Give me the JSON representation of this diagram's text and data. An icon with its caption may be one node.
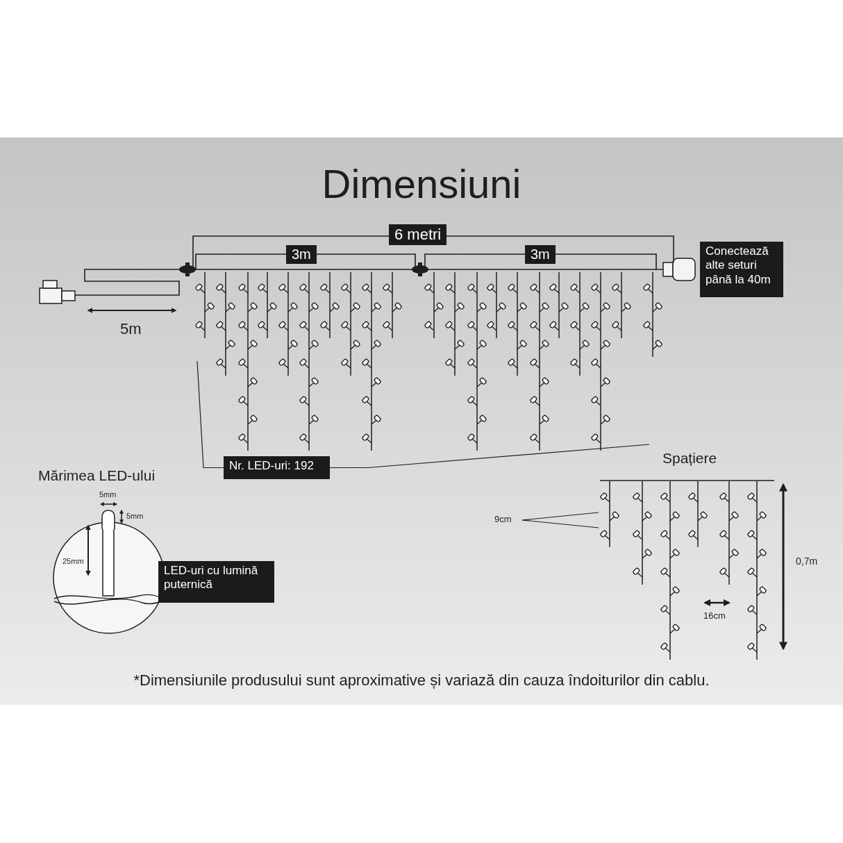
{
  "diagram": {
    "title": "Dimensiuni",
    "caption": "*Dimensiunile produsului sunt aproximative și variază din cauza îndoiturilor din cablu.",
    "nodes": [
      {
        "text": [
          "Conectează alte seturi până la 40m"
        ]
      },
      {
        "text": [
          "Nr. LED-uri: 192"
        ]
      },
      {
        "text": [],
        "shape": "picture"
      },
      {
        "text": [
          "LED-uri cu lumină puternică"
        ]
      },
      {
        "text": [
          "9cm"
        ]
      },
      {
        "text": [],
        "shape": "picture"
      }
    ],
    "edges": [
      {
        "from": 1,
        "to": 2,
        "arrow": "none"
      },
      {
        "from": 1,
        "to": 2,
        "arrow": "none"
      },
      {
        "from": 4,
        "to": 5,
        "arrow": "none"
      },
      {
        "from": 4,
        "to": 5,
        "arrow": "none"
      }
    ],
    "labels": [
      "6 metri",
      "3m",
      "3m",
      "5m",
      "Spațiere",
      "Mărimea LED-ului",
      "5mm",
      "5mm",
      "25mm",
      "0,7m",
      "16cm"
    ]
  }
}
